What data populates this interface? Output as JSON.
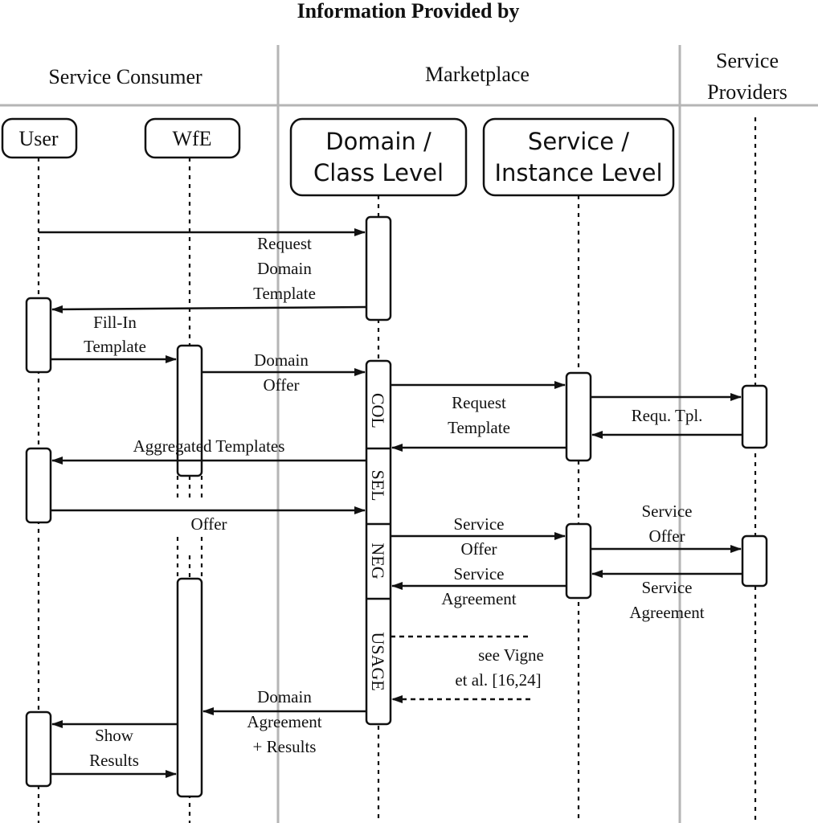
{
  "diagram": {
    "title": "Information Provided by",
    "columns": {
      "consumer": "Service Consumer",
      "marketplace": "Marketplace",
      "providers_line1": "Service",
      "providers_line2": "Providers"
    },
    "actors": {
      "user": "User",
      "wfe": "WfE",
      "domain_line1": "Domain /",
      "domain_line2": "Class Level",
      "service_line1": "Service /",
      "service_line2": "Instance Level"
    },
    "phases": {
      "col": "COL",
      "sel": "SEL",
      "neg": "NEG",
      "usage": "USAGE"
    },
    "messages": {
      "request_domain_template": [
        "Request",
        "Domain",
        "Template"
      ],
      "fill_in_template": [
        "Fill-In",
        "Template"
      ],
      "domain_offer": [
        "Domain",
        "Offer"
      ],
      "request_template": [
        "Request",
        "Template"
      ],
      "requ_tpl": "Requ. Tpl.",
      "aggregated_templates": "Aggregated Templates",
      "offer": "Offer",
      "service_offer_to_instance": [
        "Service",
        "Offer"
      ],
      "service_agreement_from_instance": [
        "Service",
        "Agreement"
      ],
      "service_offer_to_provider": [
        "Service",
        "Offer"
      ],
      "service_agreement_from_provider": [
        "Service",
        "Agreement"
      ],
      "see_vigne": [
        "see Vigne",
        "et al. [16,24]"
      ],
      "domain_agreement_results": [
        "Domain",
        "Agreement",
        "+ Results"
      ],
      "show_results": [
        "Show",
        "Results"
      ]
    }
  }
}
